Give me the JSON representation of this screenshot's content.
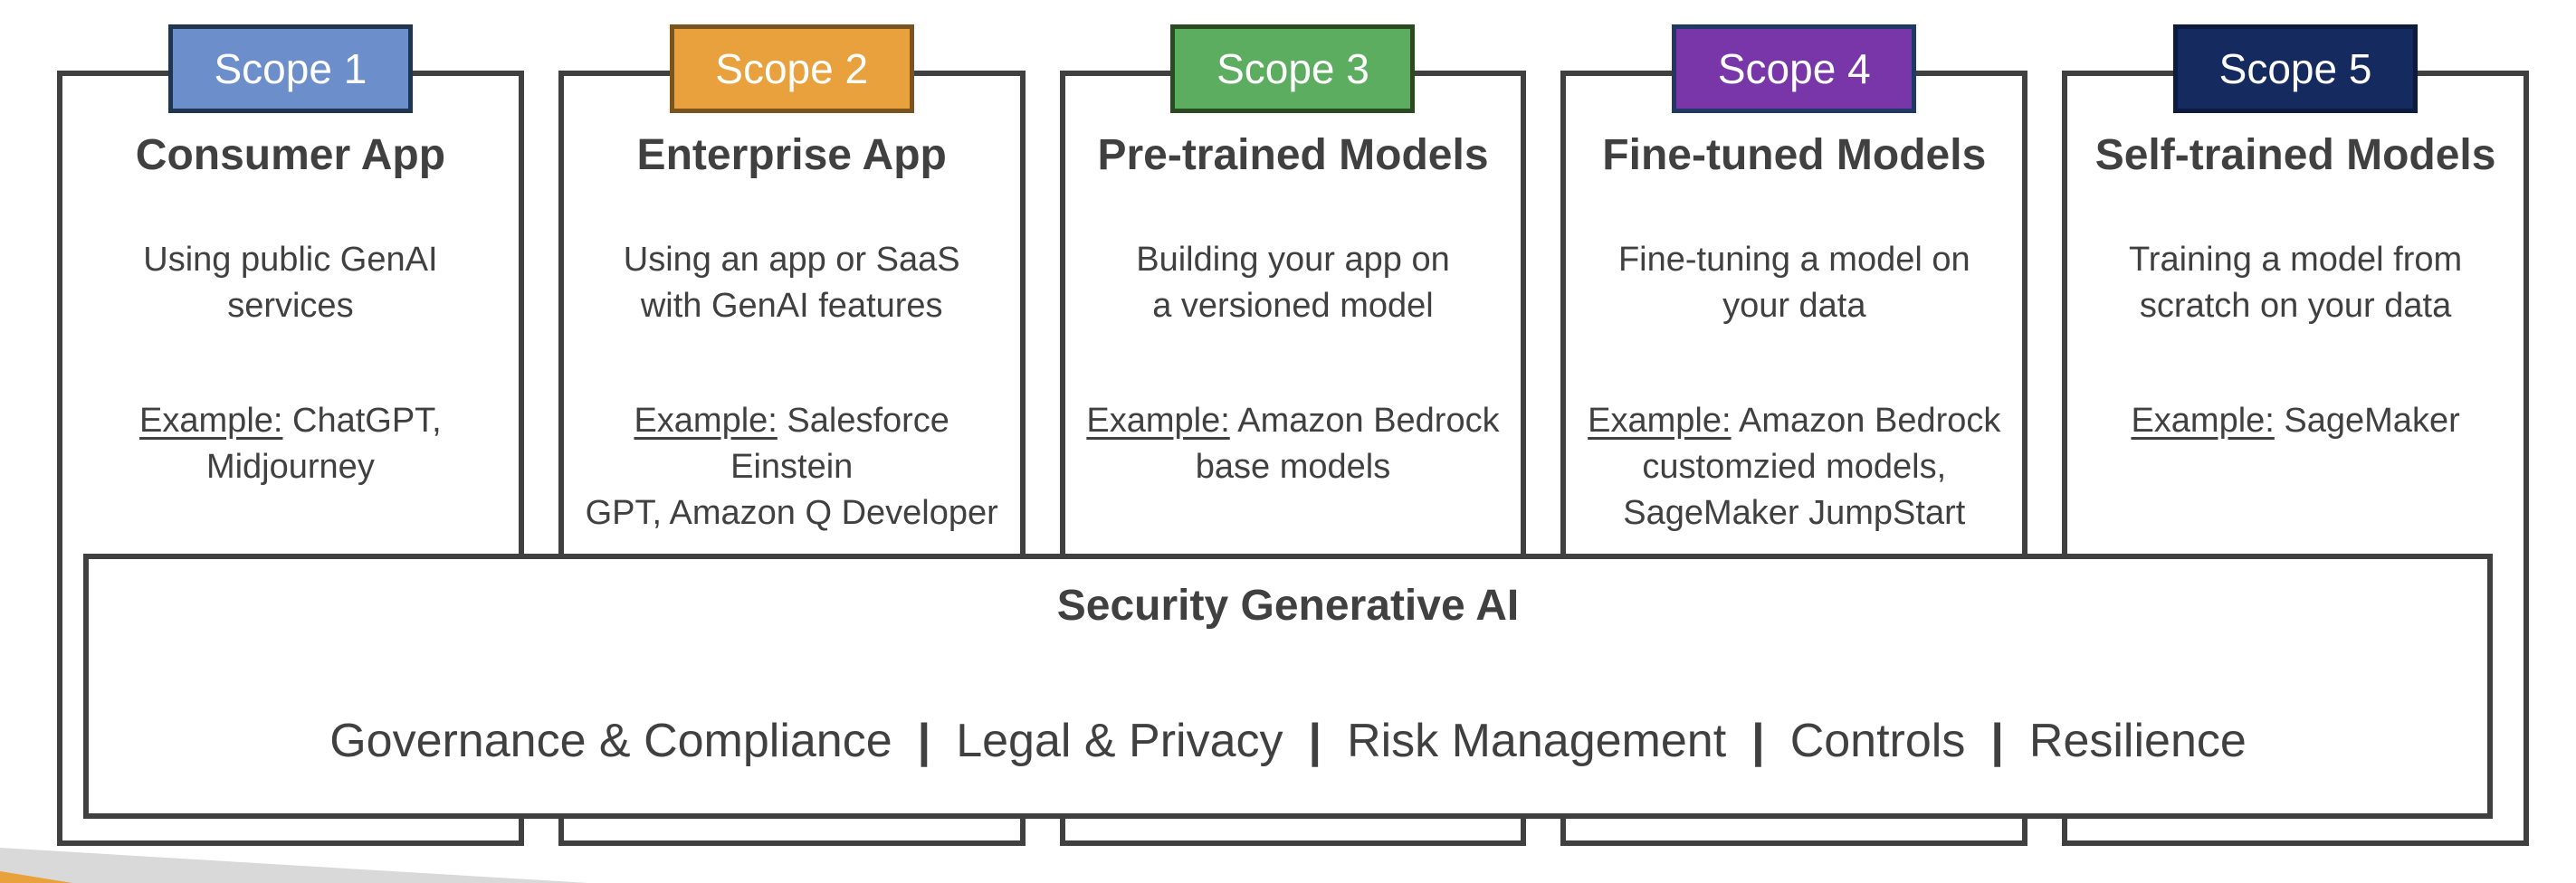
{
  "scopes": [
    {
      "badge_label": "Scope 1",
      "badge_fill": "#6C8FCB",
      "badge_border": "#1F3550",
      "title": "Consumer App",
      "description": "Using public GenAI\nservices",
      "example_label": "Example:",
      "example_text": "ChatGPT,\nMidjourney"
    },
    {
      "badge_label": "Scope 2",
      "badge_fill": "#E8A13D",
      "badge_border": "#7A541F",
      "title": "Enterprise App",
      "description": "Using an app or SaaS\nwith GenAI features",
      "example_label": "Example:",
      "example_text": "Salesforce Einstein\nGPT, Amazon Q Developer"
    },
    {
      "badge_label": "Scope 3",
      "badge_fill": "#5CAD60",
      "badge_border": "#2B4A22",
      "title": "Pre-trained Models",
      "description": "Building your app on\na versioned model",
      "example_label": "Example:",
      "example_text": "Amazon Bedrock\nbase models"
    },
    {
      "badge_label": "Scope 4",
      "badge_fill": "#7936A8",
      "badge_border": "#1F3864",
      "title": "Fine-tuned Models",
      "description": "Fine-tuning a model on\nyour data",
      "example_label": "Example:",
      "example_text": "Amazon Bedrock\ncustomzied models,\nSageMaker JumpStart"
    },
    {
      "badge_label": "Scope 5",
      "badge_fill": "#152A5E",
      "badge_border": "#0D1B3E",
      "title": "Self-trained Models",
      "description": "Training a model from\nscratch on your data",
      "example_label": "Example:",
      "example_text": "SageMaker"
    }
  ],
  "security": {
    "title": "Security Generative AI",
    "separator": "|",
    "categories": [
      "Governance & Compliance",
      "Legal & Privacy",
      "Risk Management",
      "Controls",
      "Resilience"
    ]
  },
  "decor": {
    "grey_wedge_color": "#D9D9D9",
    "orange_wedge_color": "#E9A23B"
  }
}
